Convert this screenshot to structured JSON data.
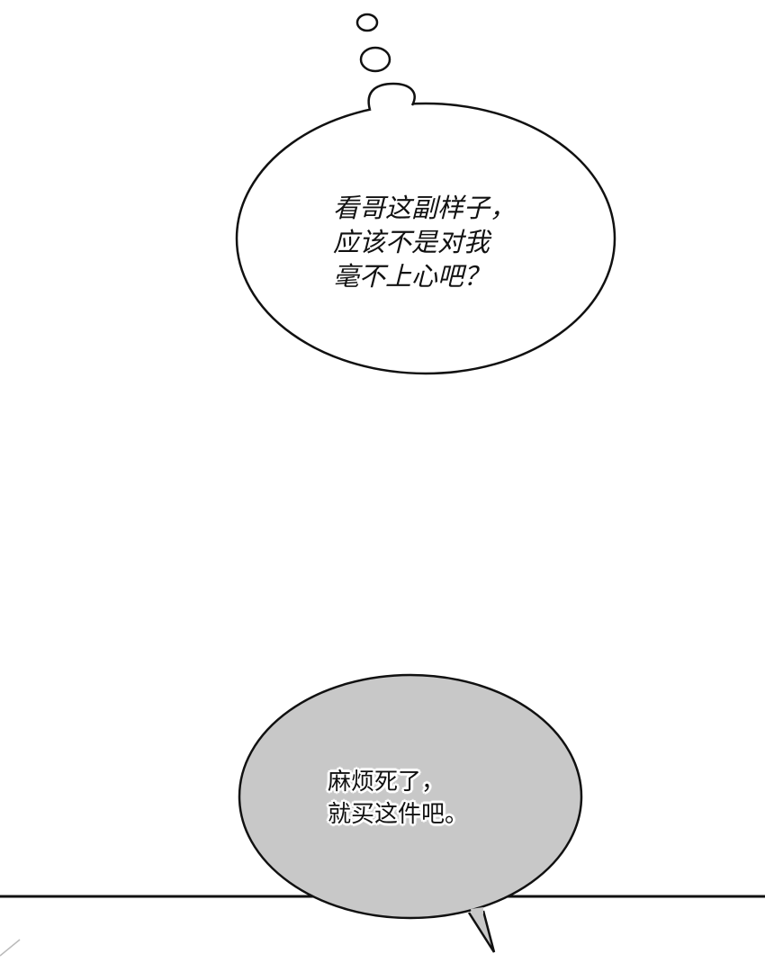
{
  "panel": {
    "background_color": "#ffffff",
    "line_color": "#111111"
  },
  "thought_bubble": {
    "fill_color": "#ffffff",
    "lines": [
      "看哥这副样子，",
      "应该不是对我",
      "毫不上心吧？"
    ]
  },
  "speech_bubble": {
    "fill_color": "#c8c8c8",
    "lines": [
      "麻烦死了，",
      "就买这件吧。"
    ]
  }
}
